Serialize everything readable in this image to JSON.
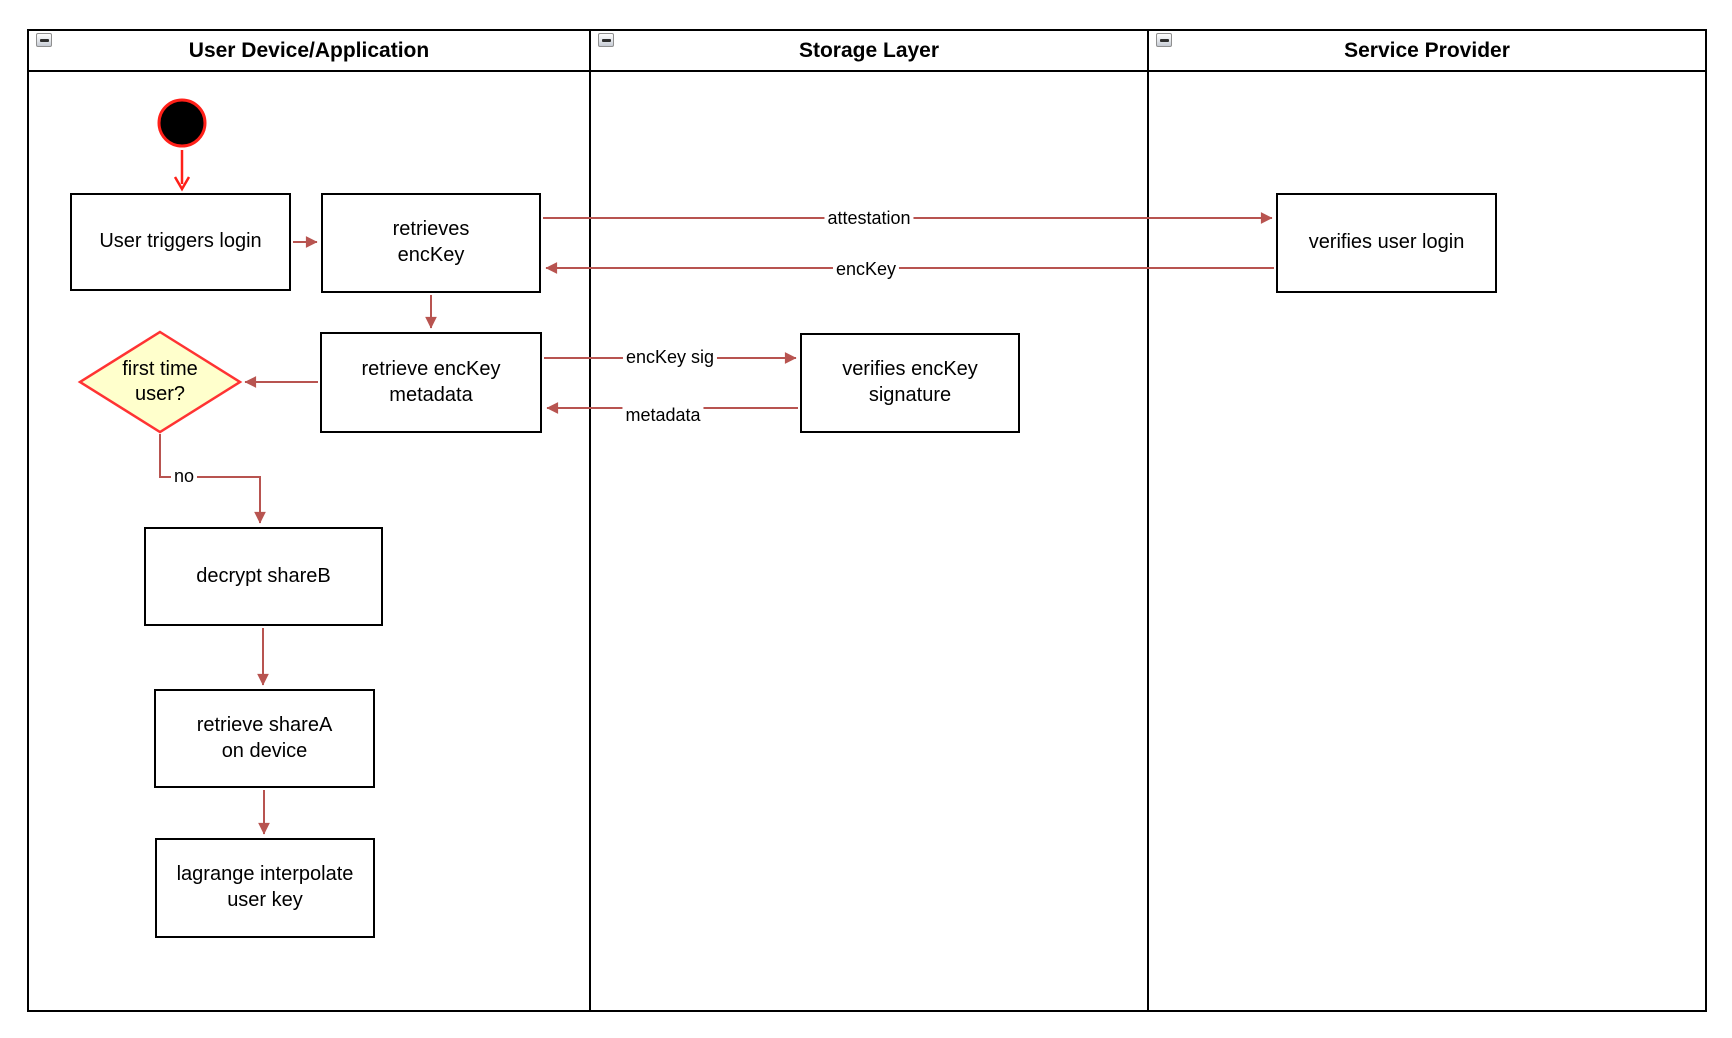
{
  "colors": {
    "edge": "#b85450",
    "start": "#ff2019",
    "decision_fill": "#ffffcc",
    "decision_stroke": "#ff3333"
  },
  "icons": {
    "lane_collapse": "minus-square-icon"
  },
  "lanes": [
    {
      "title": "User Device/Application"
    },
    {
      "title": "Storage Layer"
    },
    {
      "title": "Service Provider"
    }
  ],
  "nodes": {
    "user_triggers_login": "User triggers login",
    "retrieves_enckey": "retrieves\nencKey",
    "verifies_user_login": "verifies user login",
    "retrieve_enckey_metadata": "retrieve encKey\nmetadata",
    "verifies_enckey_signature": "verifies encKey\nsignature",
    "first_time_user": "first time\nuser?",
    "decrypt_shareb": "decrypt shareB",
    "retrieve_sharea_on_device": "retrieve shareA\non device",
    "lagrange_interpolate_user_key": "lagrange interpolate\nuser key"
  },
  "edge_labels": {
    "attestation": "attestation",
    "enckey": "encKey",
    "enckey_sig": "encKey sig",
    "metadata": "metadata",
    "no": "no"
  }
}
